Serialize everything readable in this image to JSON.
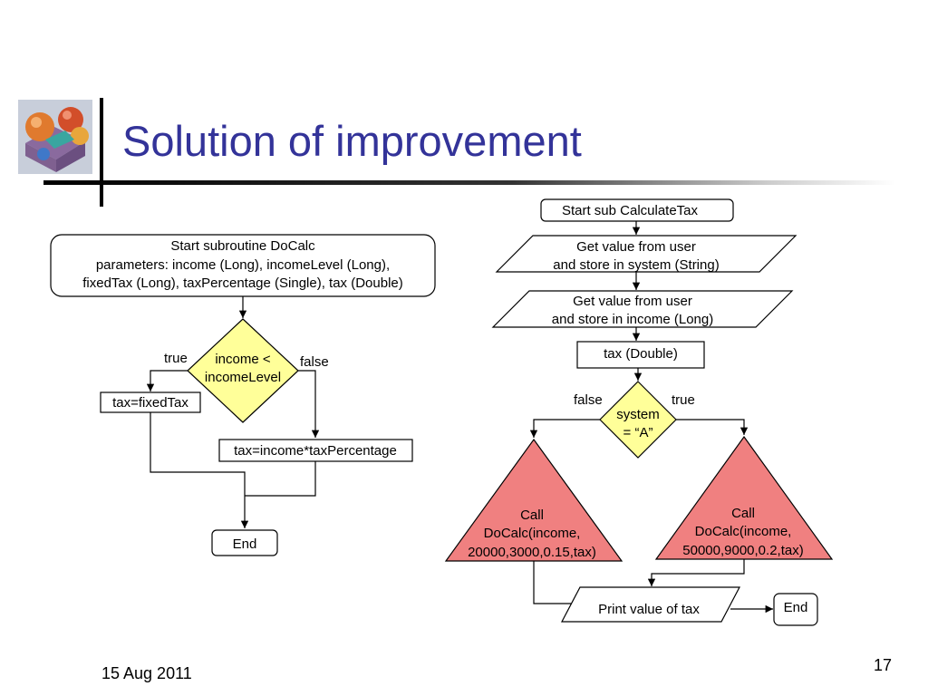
{
  "slide": {
    "title": "Solution of improvement",
    "date": "15 Aug 2011",
    "page_number": "17"
  },
  "colors": {
    "title": "#333399",
    "decision_fill": "#FFFF99",
    "call_fill": "#F08080",
    "line": "#000000"
  },
  "left_flowchart": {
    "start": {
      "line1": "Start subroutine DoCalc",
      "line2": "parameters: income (Long), incomeLevel (Long),",
      "line3": "fixedTax (Long), taxPercentage (Single), tax (Double)"
    },
    "decision": {
      "line1": "income <",
      "line2": "incomeLevel"
    },
    "true_label": "true",
    "false_label": "false",
    "true_box": "tax=fixedTax",
    "false_box": "tax=income*taxPercentage",
    "end": "End"
  },
  "right_flowchart": {
    "start": "Start sub CalculateTax",
    "input1": {
      "line1": "Get value from user",
      "line2": "and store in system (String)"
    },
    "input2": {
      "line1": "Get value from user",
      "line2": "and store in income (Long)"
    },
    "declare": "tax (Double)",
    "decision": {
      "line1": "system",
      "line2": "= “A”"
    },
    "false_label": "false",
    "true_label": "true",
    "call_left": {
      "line1": "Call",
      "line2": "DoCalc(income,",
      "line3": "20000,3000,0.15,tax)"
    },
    "call_right": {
      "line1": "Call",
      "line2": "DoCalc(income,",
      "line3": "50000,9000,0.2,tax)"
    },
    "print": "Print value of tax",
    "end": "End"
  }
}
